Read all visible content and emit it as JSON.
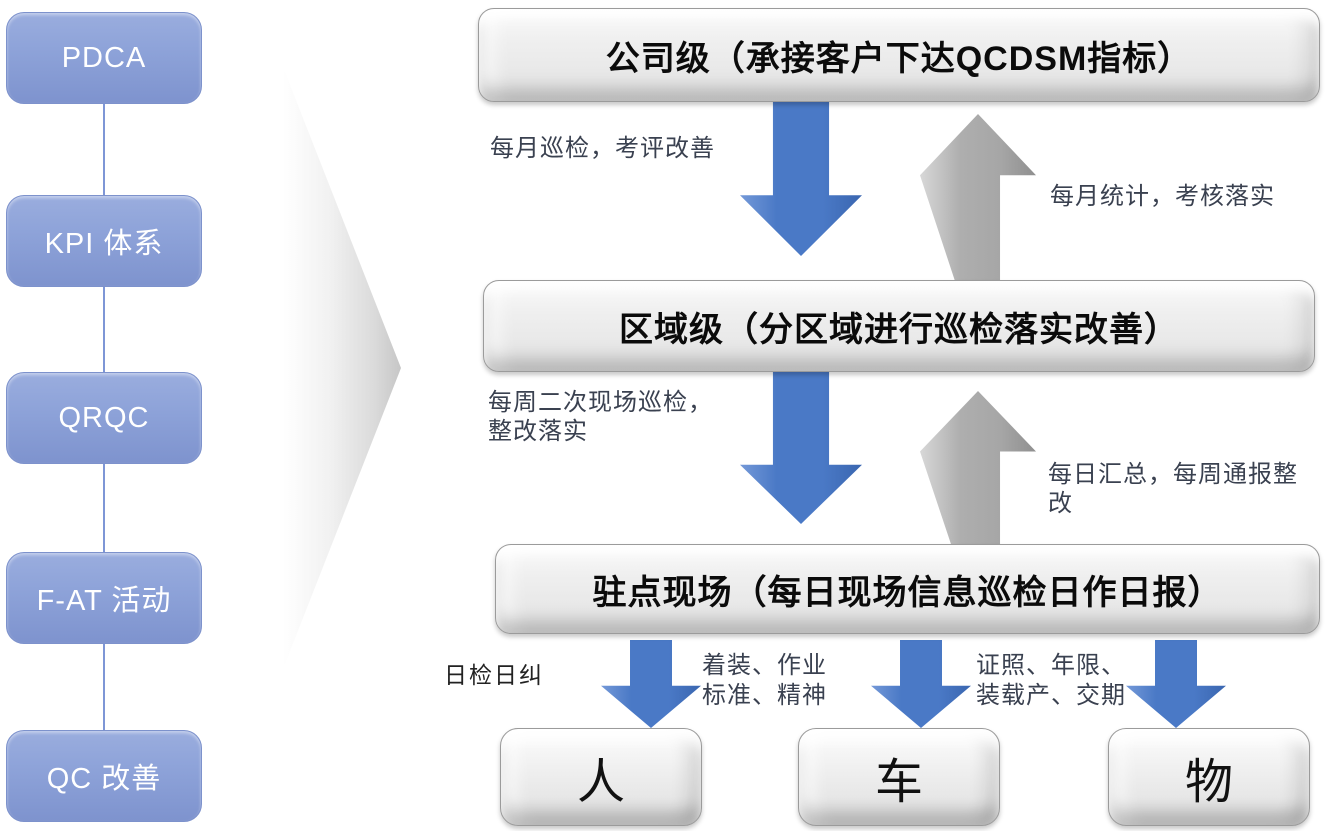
{
  "left_column": {
    "items": [
      {
        "label": "PDCA"
      },
      {
        "label": "KPI 体系"
      },
      {
        "label": "QRQC"
      },
      {
        "label": "F-AT 活动"
      },
      {
        "label": "QC 改善"
      }
    ]
  },
  "levels": [
    {
      "title": "公司级（承接客户下达QCDSM指标）"
    },
    {
      "title": "区域级（分区域进行巡检落实改善）"
    },
    {
      "title": "驻点现场（每日现场信息巡检日作日报）"
    }
  ],
  "flow_labels": {
    "monthly_down": "每月巡检，考评改善",
    "monthly_up": "每月统计，考核落实",
    "weekly_down": "每周二次现场巡检，\n整改落实",
    "daily_up": "每日汇总，每周通报整\n改",
    "daily_check": "日检日纠",
    "people_items": "着装、作业\n标准、精神",
    "vehicle_items": "证照、年限、\n装载产、交期"
  },
  "targets": [
    {
      "label": "人"
    },
    {
      "label": "车"
    },
    {
      "label": "物"
    }
  ],
  "colors": {
    "accent_blue": "#4a79c6",
    "left_box_blue": "#8ea3d9",
    "arrow_gray": "#a6a6a6",
    "bar_fill": "#ececec",
    "label_text": "#3a4150"
  }
}
